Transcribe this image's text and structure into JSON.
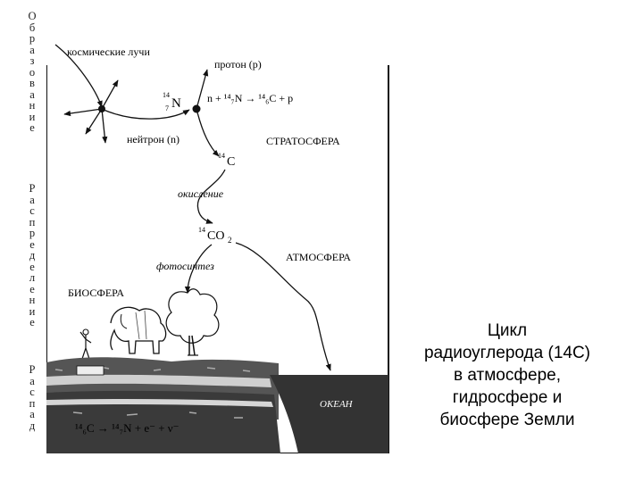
{
  "side_labels": [
    "Образование",
    "Распределение",
    "Распад"
  ],
  "diagram": {
    "cosmic_rays": "космические лучи",
    "proton": "протон (p)",
    "nitrogen": {
      "mass": "14",
      "atomic": "7",
      "symbol": "N"
    },
    "reaction": "n + ¹⁴₇N → ¹⁴₆C + p",
    "neutron": "нейтрон (n)",
    "stratosphere": "СТРАТОСФЕРА",
    "carbon14": {
      "mass": "14",
      "symbol": "C"
    },
    "oxidation": "окисление",
    "co2": {
      "mass": "14",
      "symbol": "CO",
      "sub": "2"
    },
    "photosynthesis": "фотосинтез",
    "atmosphere": "АТМОСФЕРА",
    "biosphere": "БИОСФЕРА",
    "ocean": "ОКЕАН",
    "decay": "¹⁴₆C → ¹⁴₇N + e⁻ + ν⁻"
  },
  "caption": [
    "Цикл",
    "радиоуглерода (14С)",
    "в атмосфере,",
    "гидросфере и",
    "биосфере Земли"
  ]
}
